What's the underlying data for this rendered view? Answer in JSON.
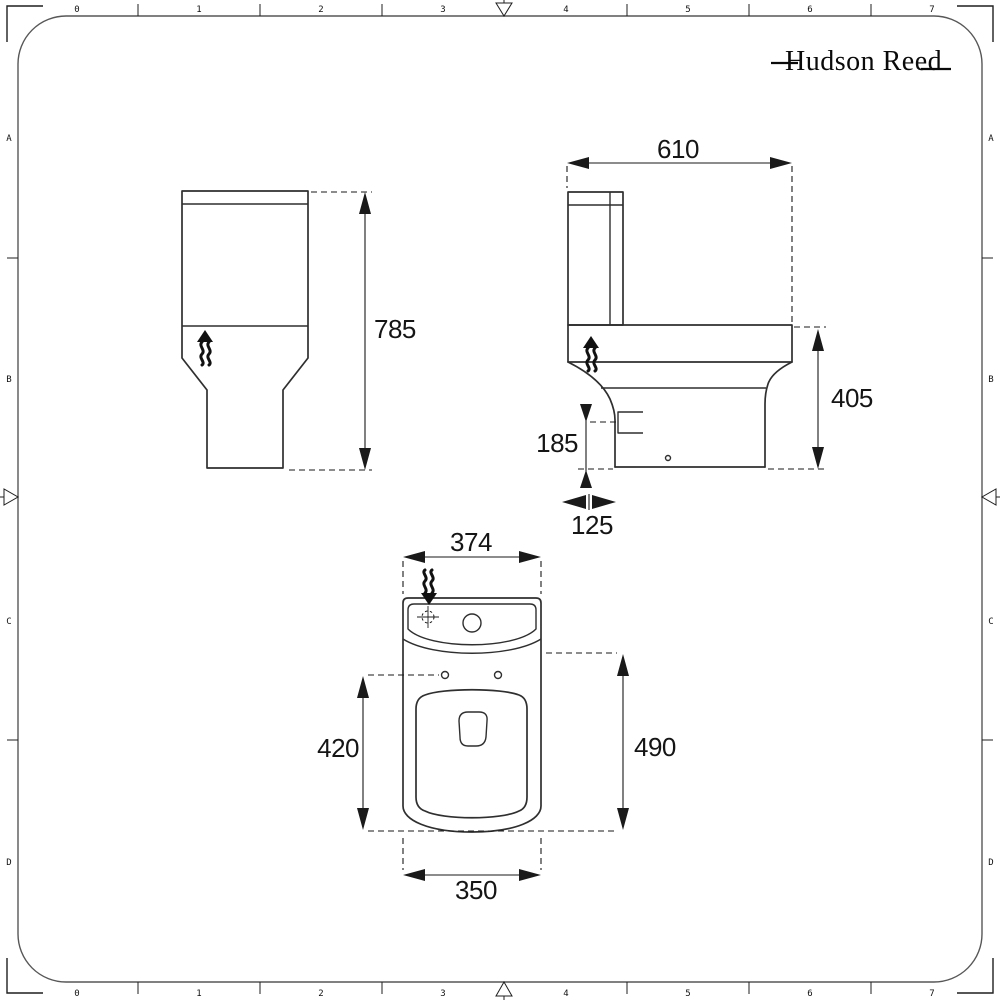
{
  "brand": {
    "name": "Hudson Reed"
  },
  "colors": {
    "outline": "#2f2f2f",
    "dimension": "#1a1a1a",
    "border": "#575757",
    "background": "#ffffff"
  },
  "ruler": {
    "columns": [
      "0",
      "1",
      "2",
      "3",
      "4",
      "5",
      "6",
      "7"
    ],
    "rows": [
      "A",
      "B",
      "C",
      "D"
    ]
  },
  "drawing": {
    "front_view": {
      "overall_height": "785"
    },
    "side_view": {
      "overall_depth": "610",
      "pan_height": "405",
      "outlet_height": "185",
      "outlet_offset": "125"
    },
    "top_view": {
      "cistern_width": "374",
      "seat_length": "420",
      "pan_depth": "490",
      "pan_width": "350"
    }
  }
}
